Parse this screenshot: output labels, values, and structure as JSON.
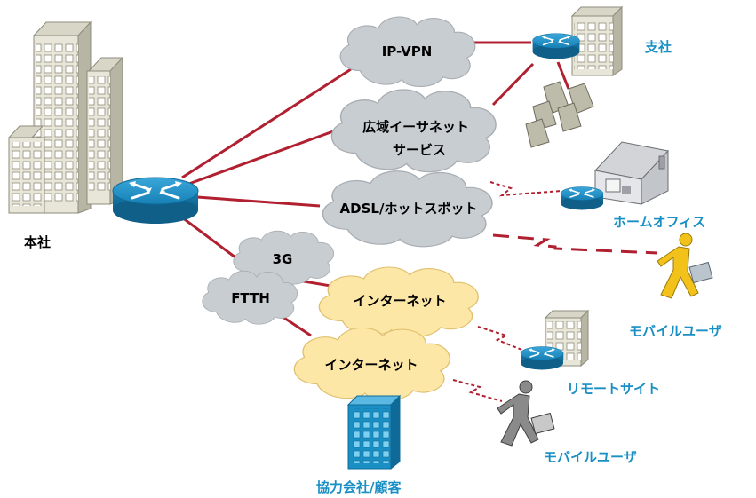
{
  "labels": {
    "hq": "本社",
    "branch": "支社",
    "home_office": "ホームオフィス",
    "mobile_user_1": "モバイルユーザ",
    "remote_site": "リモートサイト",
    "mobile_user_2": "モバイルユーザ",
    "partner": "協力会社/顧客"
  },
  "clouds": {
    "ipvpn": "IP-VPN",
    "wide_ethernet_1": "広域イーサネット",
    "wide_ethernet_2": "サービス",
    "adsl": "ADSL/ホットスポット",
    "mobile3g": "3G",
    "ftth": "FTTH",
    "internet_1": "インターネット",
    "internet_2": "インターネット"
  },
  "colors": {
    "link": "#b02030",
    "cloud_gray": "#c8cdd2",
    "cloud_yellow": "#fde7a6",
    "router_blue": "#1a8fc4",
    "label_blue": "#1a8fc4",
    "building": "#e8e6d8",
    "partner_building": "#1a8fc4",
    "person_yellow": "#f2c21a",
    "person_gray": "#8a8a8a"
  }
}
